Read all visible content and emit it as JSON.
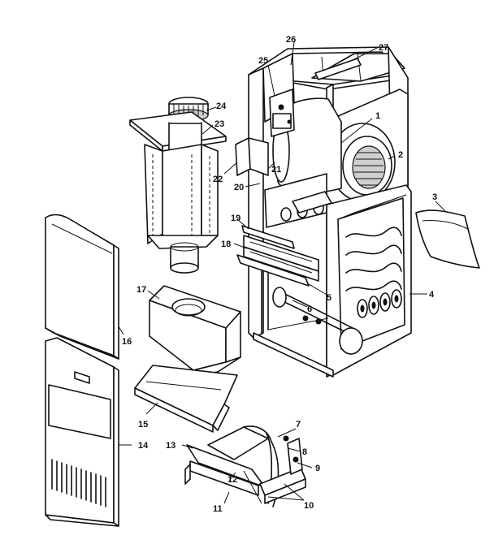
{
  "callouts": [
    {
      "id": "c1",
      "text": "1"
    },
    {
      "id": "c2",
      "text": "2"
    },
    {
      "id": "c3",
      "text": "3"
    },
    {
      "id": "c4",
      "text": "4"
    },
    {
      "id": "c5",
      "text": "5"
    },
    {
      "id": "c6",
      "text": "6"
    },
    {
      "id": "c7",
      "text": "7"
    },
    {
      "id": "c8",
      "text": "8"
    },
    {
      "id": "c9",
      "text": "9"
    },
    {
      "id": "c10",
      "text": "10"
    },
    {
      "id": "c11",
      "text": "11"
    },
    {
      "id": "c12",
      "text": "12"
    },
    {
      "id": "c13",
      "text": "13"
    },
    {
      "id": "c14",
      "text": "14"
    },
    {
      "id": "c15",
      "text": "15"
    },
    {
      "id": "c16",
      "text": "16"
    },
    {
      "id": "c17",
      "text": "17"
    },
    {
      "id": "c18",
      "text": "18"
    },
    {
      "id": "c19",
      "text": "19"
    },
    {
      "id": "c20",
      "text": "20"
    },
    {
      "id": "c21",
      "text": "21"
    },
    {
      "id": "c22",
      "text": "22"
    },
    {
      "id": "c23",
      "text": "23"
    },
    {
      "id": "c24",
      "text": "24"
    },
    {
      "id": "c25",
      "text": "25"
    },
    {
      "id": "c26",
      "text": "26"
    },
    {
      "id": "c27",
      "text": "27"
    }
  ]
}
